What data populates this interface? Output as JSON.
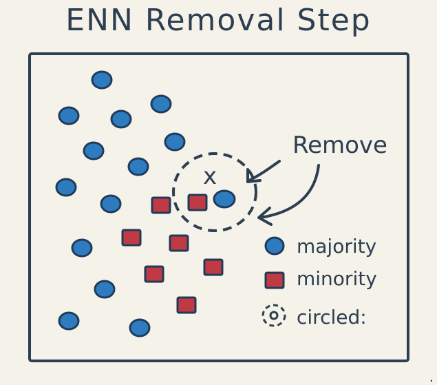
{
  "title": "ENN Removal Step",
  "annotation": {
    "remove_label": "Remove",
    "removed_marker": "x"
  },
  "legend": {
    "majority_label": "majority",
    "minority_label": "minority",
    "circled_label": "circled:"
  },
  "colors": {
    "background": "#f5f2ea",
    "frame": "#2c3e50",
    "majority": "#2f7bc0",
    "minority": "#c03a44",
    "text": "#2c3e50"
  },
  "trailing_mark": "."
}
